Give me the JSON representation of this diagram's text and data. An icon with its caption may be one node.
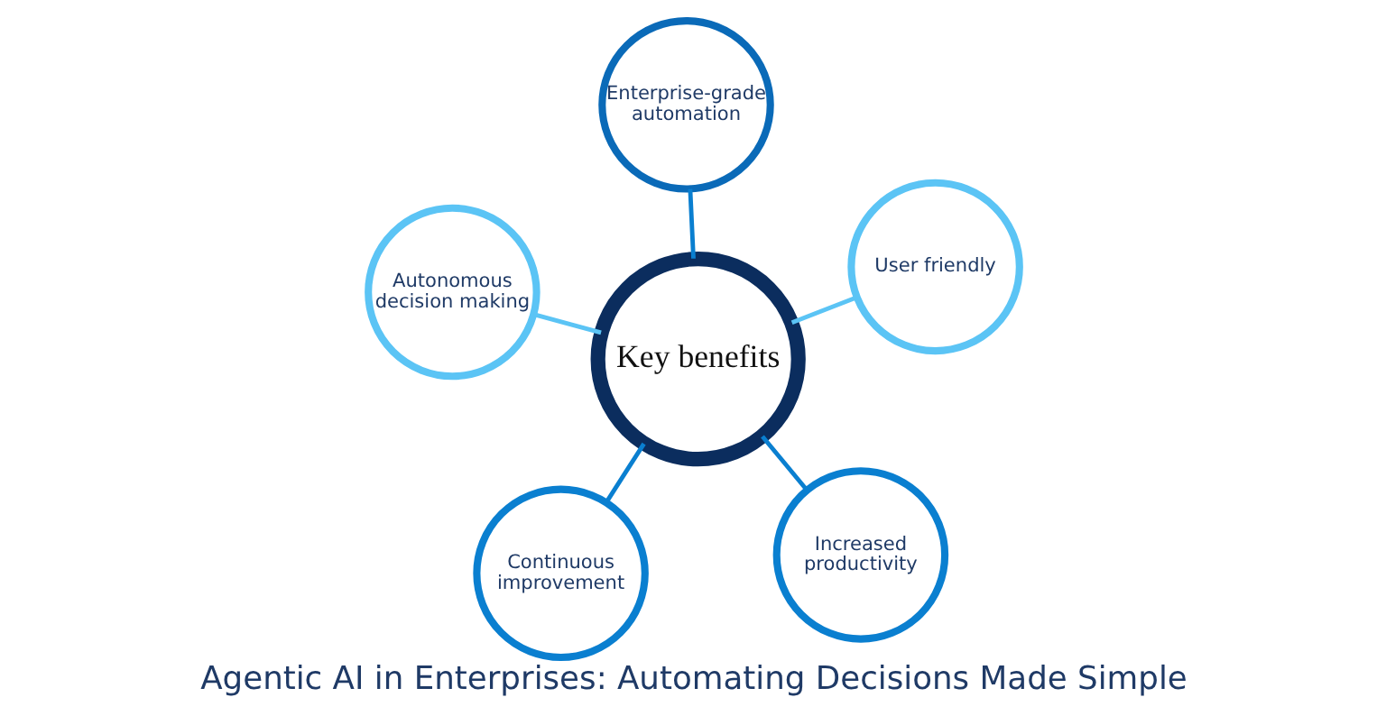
{
  "diagram": {
    "title": "Agentic AI in Enterprises: Automating Decisions Made Simple",
    "nodes": [
      {
        "text": [
          "Key benefits"
        ]
      },
      {
        "text": [
          "Increased productivity"
        ]
      },
      {
        "text": [
          "Continuous improvement"
        ]
      },
      {
        "text": [
          "Autonomous decision making"
        ]
      },
      {
        "text": [
          "User friendly"
        ]
      },
      {
        "text": [
          "Enterprise-grade automation"
        ]
      }
    ],
    "edges": [
      {
        "from": 0,
        "to": 1,
        "arrow": "none"
      },
      {
        "from": 0,
        "to": 2,
        "arrow": "none"
      },
      {
        "from": 0,
        "to": 3,
        "arrow": "none",
        "color": "#5bc4f5"
      },
      {
        "from": 0,
        "to": 4,
        "arrow": "none",
        "color": "#5bc4f5"
      },
      {
        "from": 0,
        "to": 5,
        "arrow": "none"
      }
    ]
  }
}
